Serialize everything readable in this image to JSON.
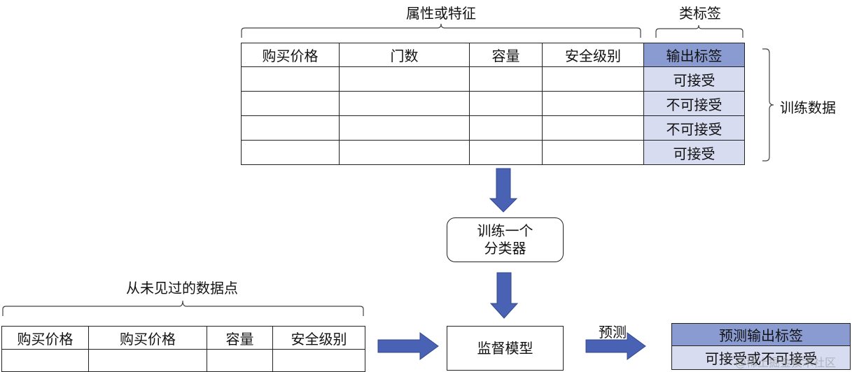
{
  "top": {
    "attributes_label": "属性或特征",
    "class_label": "类标签",
    "training_data_label": "训练数据",
    "headers": [
      "购买价格",
      "门数",
      "容量",
      "安全级别",
      "输出标签"
    ],
    "rows": [
      [
        "",
        "",
        "",
        "",
        "可接受"
      ],
      [
        "",
        "",
        "",
        "",
        "不可接受"
      ],
      [
        "",
        "",
        "",
        "",
        "不可接受"
      ],
      [
        "",
        "",
        "",
        "",
        "可接受"
      ]
    ]
  },
  "classifier": {
    "line1": "训练一个",
    "line2": "分类器"
  },
  "model": {
    "label": "监督模型"
  },
  "predict_label": "预测",
  "unseen": {
    "label": "从未见过的数据点",
    "headers": [
      "购买价格",
      "购买价格",
      "容量",
      "安全级别"
    ],
    "row": [
      "",
      "",
      "",
      ""
    ]
  },
  "prediction": {
    "header": "预测输出标签",
    "value": "可接受或不可接受"
  },
  "watermark": "@稀土掘金技术社区",
  "colors": {
    "arrow": "#4a62b4",
    "label_header": "#8a9bd2",
    "label_cell": "#d7dcf0"
  }
}
